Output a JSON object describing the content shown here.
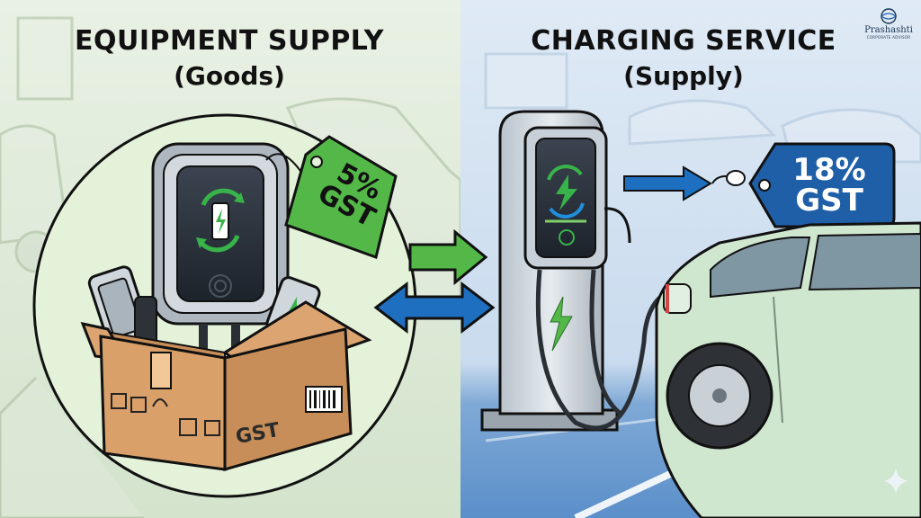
{
  "left_panel": {
    "title": "EQUIPMENT SUPPLY",
    "subtitle": "(Goods)",
    "tag_label": "5% GST",
    "box_label": "GST",
    "accent": "#4caf50"
  },
  "right_panel": {
    "title": "CHARGING SERVICE",
    "subtitle": "(Supply)",
    "tag_label": "18% GST",
    "accent": "#1f5fa8"
  },
  "brand": {
    "name": "Prashashti",
    "tagline": "CORPORATE ADVISOR"
  },
  "icons": [
    "battery-charge-icon",
    "lightning-icon",
    "cardboard-box",
    "charging-station",
    "electric-car",
    "price-tag",
    "double-arrow-icon",
    "arrow-right-icon",
    "sparkle-icon"
  ]
}
